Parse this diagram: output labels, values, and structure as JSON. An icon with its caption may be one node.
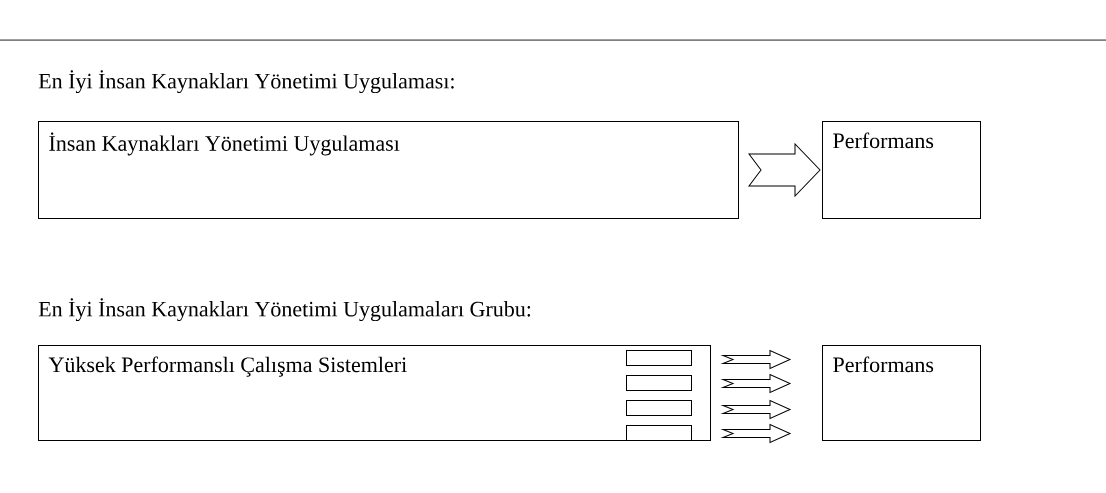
{
  "diagram": {
    "nodes": [
      {
        "text": [
          "İnsan Kaynakları Yönetimi Uygulaması"
        ]
      },
      {
        "text": [
          "Performans"
        ]
      },
      {
        "text": [
          "Yüksek Performanslı Çalışma Sistemleri"
        ]
      },
      {
        "text": [],
        "shape": "box",
        "in": 2
      },
      {
        "text": [],
        "shape": "box",
        "in": 2
      },
      {
        "text": [],
        "shape": "box",
        "in": 2
      },
      {
        "text": [],
        "shape": "box",
        "in": 2
      },
      {
        "text": [
          "Performans"
        ]
      }
    ],
    "edges": [
      {
        "from": 0,
        "to": 1,
        "arrow": "to"
      },
      {
        "from": 2,
        "to": 7,
        "arrow": "to"
      },
      {
        "from": 2,
        "to": 7,
        "arrow": "to"
      },
      {
        "from": 2,
        "to": 7,
        "arrow": "to"
      },
      {
        "from": 2,
        "to": 7,
        "arrow": "to"
      }
    ],
    "labels": [
      "En İyi İnsan Kaynakları Yönetimi Uygulaması:",
      "En İyi İnsan Kaynakları Yönetimi Uygulamaları Grubu:"
    ]
  }
}
